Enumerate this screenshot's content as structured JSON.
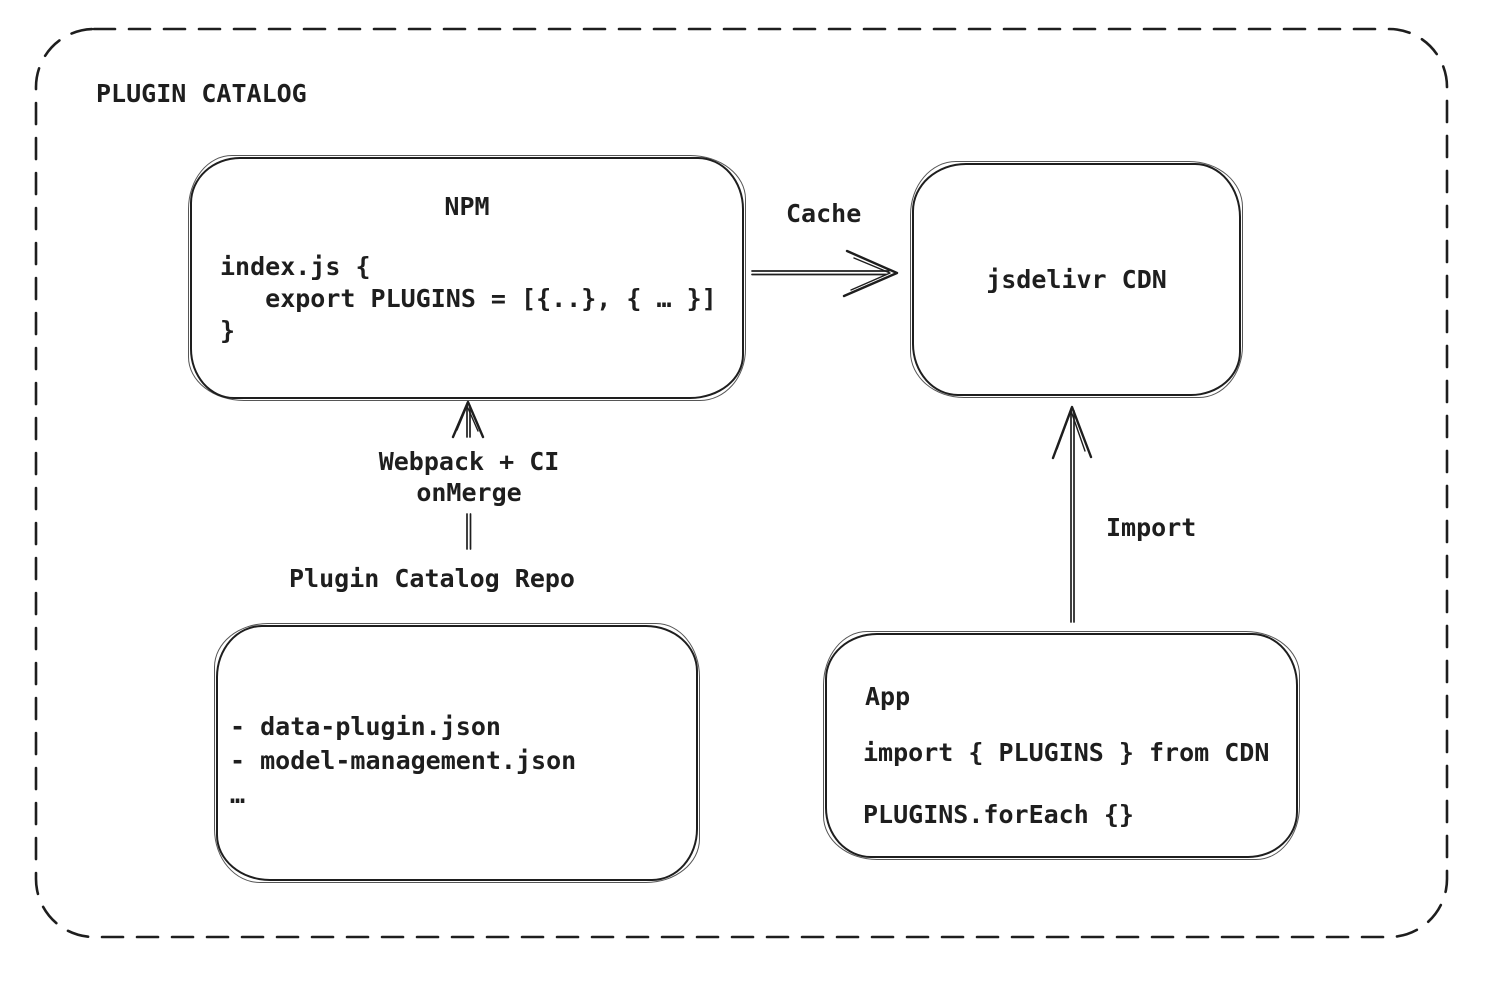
{
  "frame": {
    "title": "PLUGIN CATALOG"
  },
  "nodes": {
    "npm": {
      "title": "NPM",
      "code": "index.js {\n   export PLUGINS = [{..}, { … }]\n}"
    },
    "cdn": {
      "title": "jsdelivr CDN"
    },
    "repo": {
      "label": "Plugin Catalog Repo",
      "files": "- data-plugin.json\n- model-management.json\n…"
    },
    "app": {
      "title": "App",
      "code": "import { PLUGINS } from CDN\n\nPLUGINS.forEach {}"
    }
  },
  "edges": {
    "cache": {
      "label": "Cache",
      "from": "NPM",
      "to": "jsdelivr CDN"
    },
    "import": {
      "label": "Import",
      "from": "App",
      "to": "jsdelivr CDN"
    },
    "build": {
      "label": "Webpack + CI\nonMerge",
      "from": "Plugin Catalog Repo",
      "to": "NPM"
    }
  },
  "colors": {
    "stroke": "#1e1e1e",
    "background": "#ffffff"
  }
}
